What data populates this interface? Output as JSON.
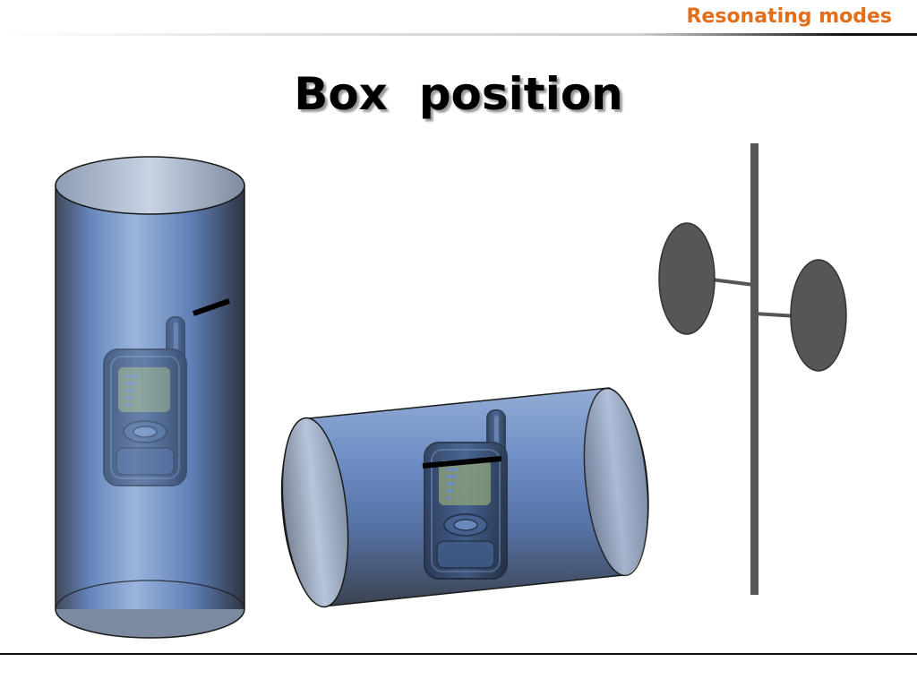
{
  "header": {
    "section_label": "Resonating modes"
  },
  "slide": {
    "title": "Box  position"
  },
  "colors": {
    "section_label": "#e26d1a",
    "cylinder_blue": "#6f8fc4",
    "cylinder_light": "#9fb8dc",
    "cylinder_dark": "#3a4250",
    "antenna_gray": "#565656",
    "phone_dark": "#1f2a3a",
    "phone_screen": "#a9b86a"
  },
  "icons": [
    "vertical-cylinder",
    "horizontal-cylinder",
    "phone-icon",
    "antenna-marker",
    "dipole-antenna-pole"
  ]
}
